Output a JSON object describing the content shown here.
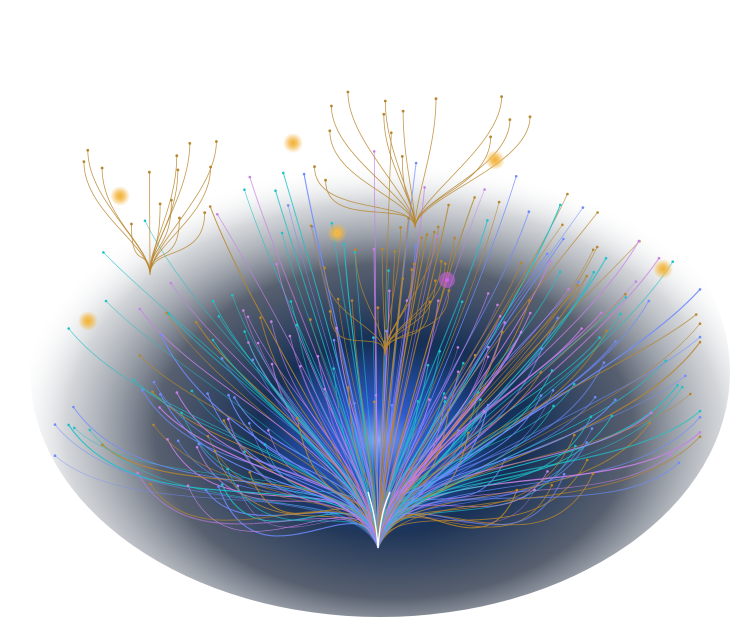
{
  "colors": {
    "background": "#ffffff",
    "halo_core": "#0b3a78",
    "halo_mid": "#23324a",
    "halo_edge": "#ffffff",
    "trunk": "#ffffff",
    "core_glow": "#3c6dff",
    "teal": "#1fc2c9",
    "violet": "#c880e6",
    "gold": "#b8862d",
    "blue": "#6f8cff",
    "magenta": "#d060e0",
    "node_glow": "#f2b640"
  },
  "series": [
    {
      "color_key": "teal"
    },
    {
      "color_key": "violet"
    },
    {
      "color_key": "gold"
    },
    {
      "color_key": "blue"
    }
  ],
  "highlight_nodes": 7
}
